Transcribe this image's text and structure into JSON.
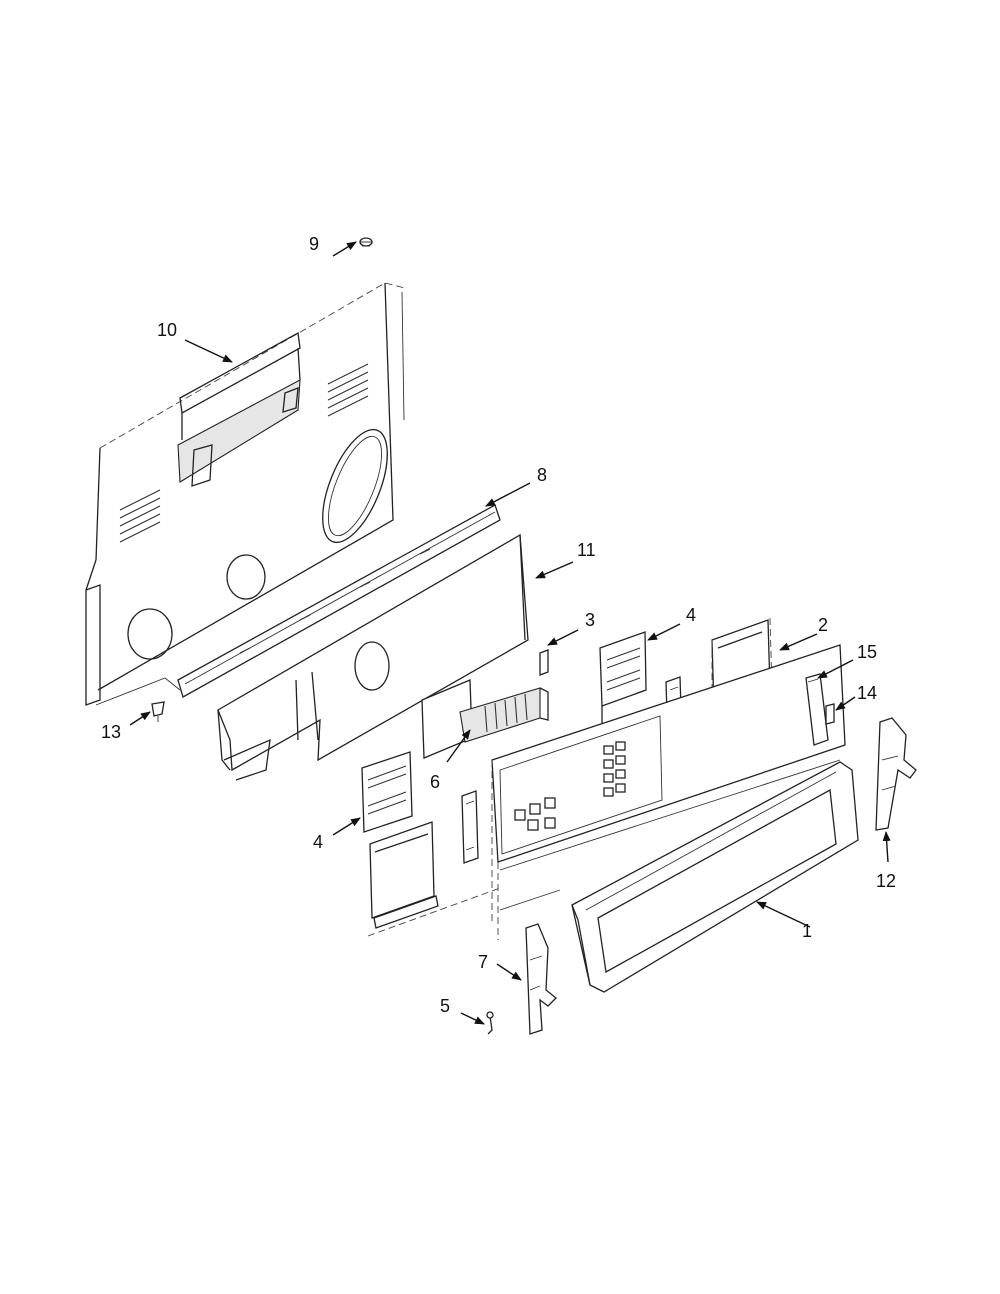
{
  "diagram": {
    "callouts": [
      {
        "id": "c9",
        "label": "9"
      },
      {
        "id": "c10",
        "label": "10"
      },
      {
        "id": "c8",
        "label": "8"
      },
      {
        "id": "c11",
        "label": "11"
      },
      {
        "id": "c3",
        "label": "3"
      },
      {
        "id": "c4a",
        "label": "4"
      },
      {
        "id": "c2",
        "label": "2"
      },
      {
        "id": "c15",
        "label": "15"
      },
      {
        "id": "c14",
        "label": "14"
      },
      {
        "id": "c13",
        "label": "13"
      },
      {
        "id": "c6",
        "label": "6"
      },
      {
        "id": "c4b",
        "label": "4"
      },
      {
        "id": "c12",
        "label": "12"
      },
      {
        "id": "c1",
        "label": "1"
      },
      {
        "id": "c7",
        "label": "7"
      },
      {
        "id": "c5",
        "label": "5"
      }
    ]
  }
}
